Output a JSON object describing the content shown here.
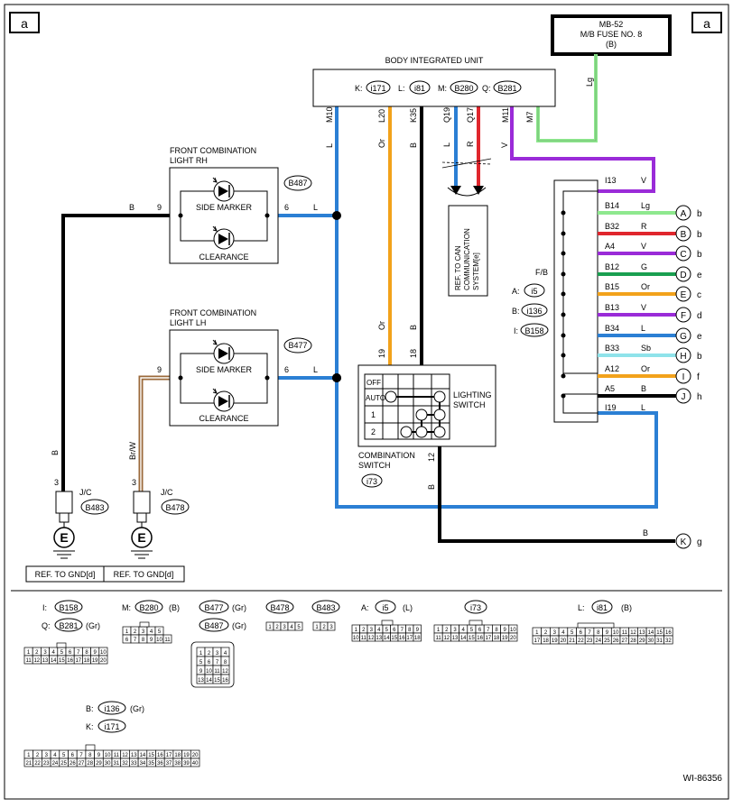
{
  "page": {
    "tag": "a",
    "figure_id": "WI-86356"
  },
  "fuse": {
    "line1": "MB-52",
    "line2": "M/B FUSE NO. 8",
    "line3": "(B)"
  },
  "biu": {
    "title": "BODY INTEGRATED UNIT",
    "prefixes": [
      "K:",
      "L:",
      "M:",
      "Q:"
    ],
    "connectors": [
      "i171",
      "i81",
      "B280",
      "B281"
    ]
  },
  "wires": {
    "top_pins": [
      "M10",
      "L20",
      "K35",
      "Q19",
      "Q17",
      "M11",
      "M7"
    ],
    "top_colors": [
      "L",
      "Or",
      "B",
      "L",
      "R",
      "V",
      "Lg"
    ]
  },
  "can_ref": {
    "text": "REF. TO CAN COMMUNICATION SYSTEM[e]"
  },
  "front_rh": {
    "title1": "FRONT COMBINATION",
    "title2": "LIGHT RH",
    "connector": "B487",
    "side_marker": "SIDE MARKER",
    "clearance": "CLEARANCE",
    "pin_left": "9",
    "pin_right": "6",
    "color_left": "B",
    "color_right": "L"
  },
  "front_lh": {
    "title1": "FRONT COMBINATION",
    "title2": "LIGHT LH",
    "connector": "B477",
    "side_marker": "SIDE MARKER",
    "clearance": "CLEARANCE",
    "pin_left": "9",
    "pin_right": "6",
    "color_right": "L"
  },
  "switch": {
    "title": "LIGHTING SWITCH",
    "title1": "LIGHTING",
    "title2": "SWITCH",
    "pin_or": "19",
    "pin_b": "18",
    "pin_out": "12",
    "color_or": "Or",
    "color_b": "B",
    "color_out": "B",
    "positions": [
      "OFF",
      "AUTO",
      "1",
      "2"
    ],
    "combo1": "COMBINATION",
    "combo2": "SWITCH",
    "connector": "i73"
  },
  "fb": {
    "label": "F/B",
    "refs": [
      {
        "prefix": "A:",
        "conn": "i5"
      },
      {
        "prefix": "B:",
        "conn": "i136"
      },
      {
        "prefix": "I:",
        "conn": "B158"
      }
    ],
    "top_pin": "I13",
    "top_color": "V",
    "rows": [
      {
        "pin": "B14",
        "color": "Lg",
        "letter": "A",
        "ref": "b",
        "hex": "#8ee88e"
      },
      {
        "pin": "B32",
        "color": "R",
        "letter": "B",
        "ref": "b",
        "hex": "#e0262d"
      },
      {
        "pin": "A4",
        "color": "V",
        "letter": "C",
        "ref": "b",
        "hex": "#9a2bd8"
      },
      {
        "pin": "B12",
        "color": "G",
        "letter": "D",
        "ref": "e",
        "hex": "#1a9f50"
      },
      {
        "pin": "B15",
        "color": "Or",
        "letter": "E",
        "ref": "c",
        "hex": "#f2a21b"
      },
      {
        "pin": "B13",
        "color": "V",
        "letter": "F",
        "ref": "d",
        "hex": "#9a2bd8"
      },
      {
        "pin": "B34",
        "color": "L",
        "letter": "G",
        "ref": "e",
        "hex": "#2b7fd4"
      },
      {
        "pin": "B33",
        "color": "Sb",
        "letter": "H",
        "ref": "b",
        "hex": "#8fe3ea"
      },
      {
        "pin": "A12",
        "color": "Or",
        "letter": "I",
        "ref": "f",
        "hex": "#f2a21b"
      },
      {
        "pin": "A5",
        "color": "B",
        "letter": "J",
        "ref": "h",
        "hex": "#000000"
      }
    ],
    "i19_pin": "I19",
    "i19_color": "L",
    "k_color": "B",
    "k_letter": "K",
    "k_ref": "g"
  },
  "jc": {
    "left": {
      "label": "J/C",
      "conn": "B483",
      "pin": "3",
      "color": "B",
      "ground": "E"
    },
    "right": {
      "label": "J/C",
      "conn": "B478",
      "pin": "3",
      "color": "Br/W",
      "ground": "E"
    }
  },
  "gnd_refs": [
    "REF. TO GND[d]",
    "REF. TO GND[d]"
  ],
  "legend": {
    "I_prefix": "I:",
    "I_conn": "B158",
    "Q_prefix": "Q:",
    "Q_conn": "B281",
    "Q_color": "(Gr)",
    "M_prefix": "M:",
    "M_conn": "B280",
    "M_color": "(B)",
    "B477": "B477",
    "B477_color": "(Gr)",
    "B487": "B487",
    "B487_color": "(Gr)",
    "B478": "B478",
    "B483": "B483",
    "A_prefix": "A:",
    "A_conn": "i5",
    "A_color": "(L)",
    "i73": "i73",
    "L_prefix": "L:",
    "L_conn": "i81",
    "L_color": "(B)",
    "Bi_prefix": "B:",
    "Bi_conn": "i136",
    "Bi_color": "(Gr)",
    "K_prefix": "K:",
    "K_conn": "i171"
  },
  "colors": {
    "L": "#2b7fd4",
    "Or": "#f2a21b",
    "B": "#000000",
    "R": "#e0262d",
    "V": "#9a2bd8",
    "Lg": "#8ee88e",
    "G": "#1a9f50",
    "Sb": "#8fe3ea",
    "BrW": "#9b6a3b"
  }
}
